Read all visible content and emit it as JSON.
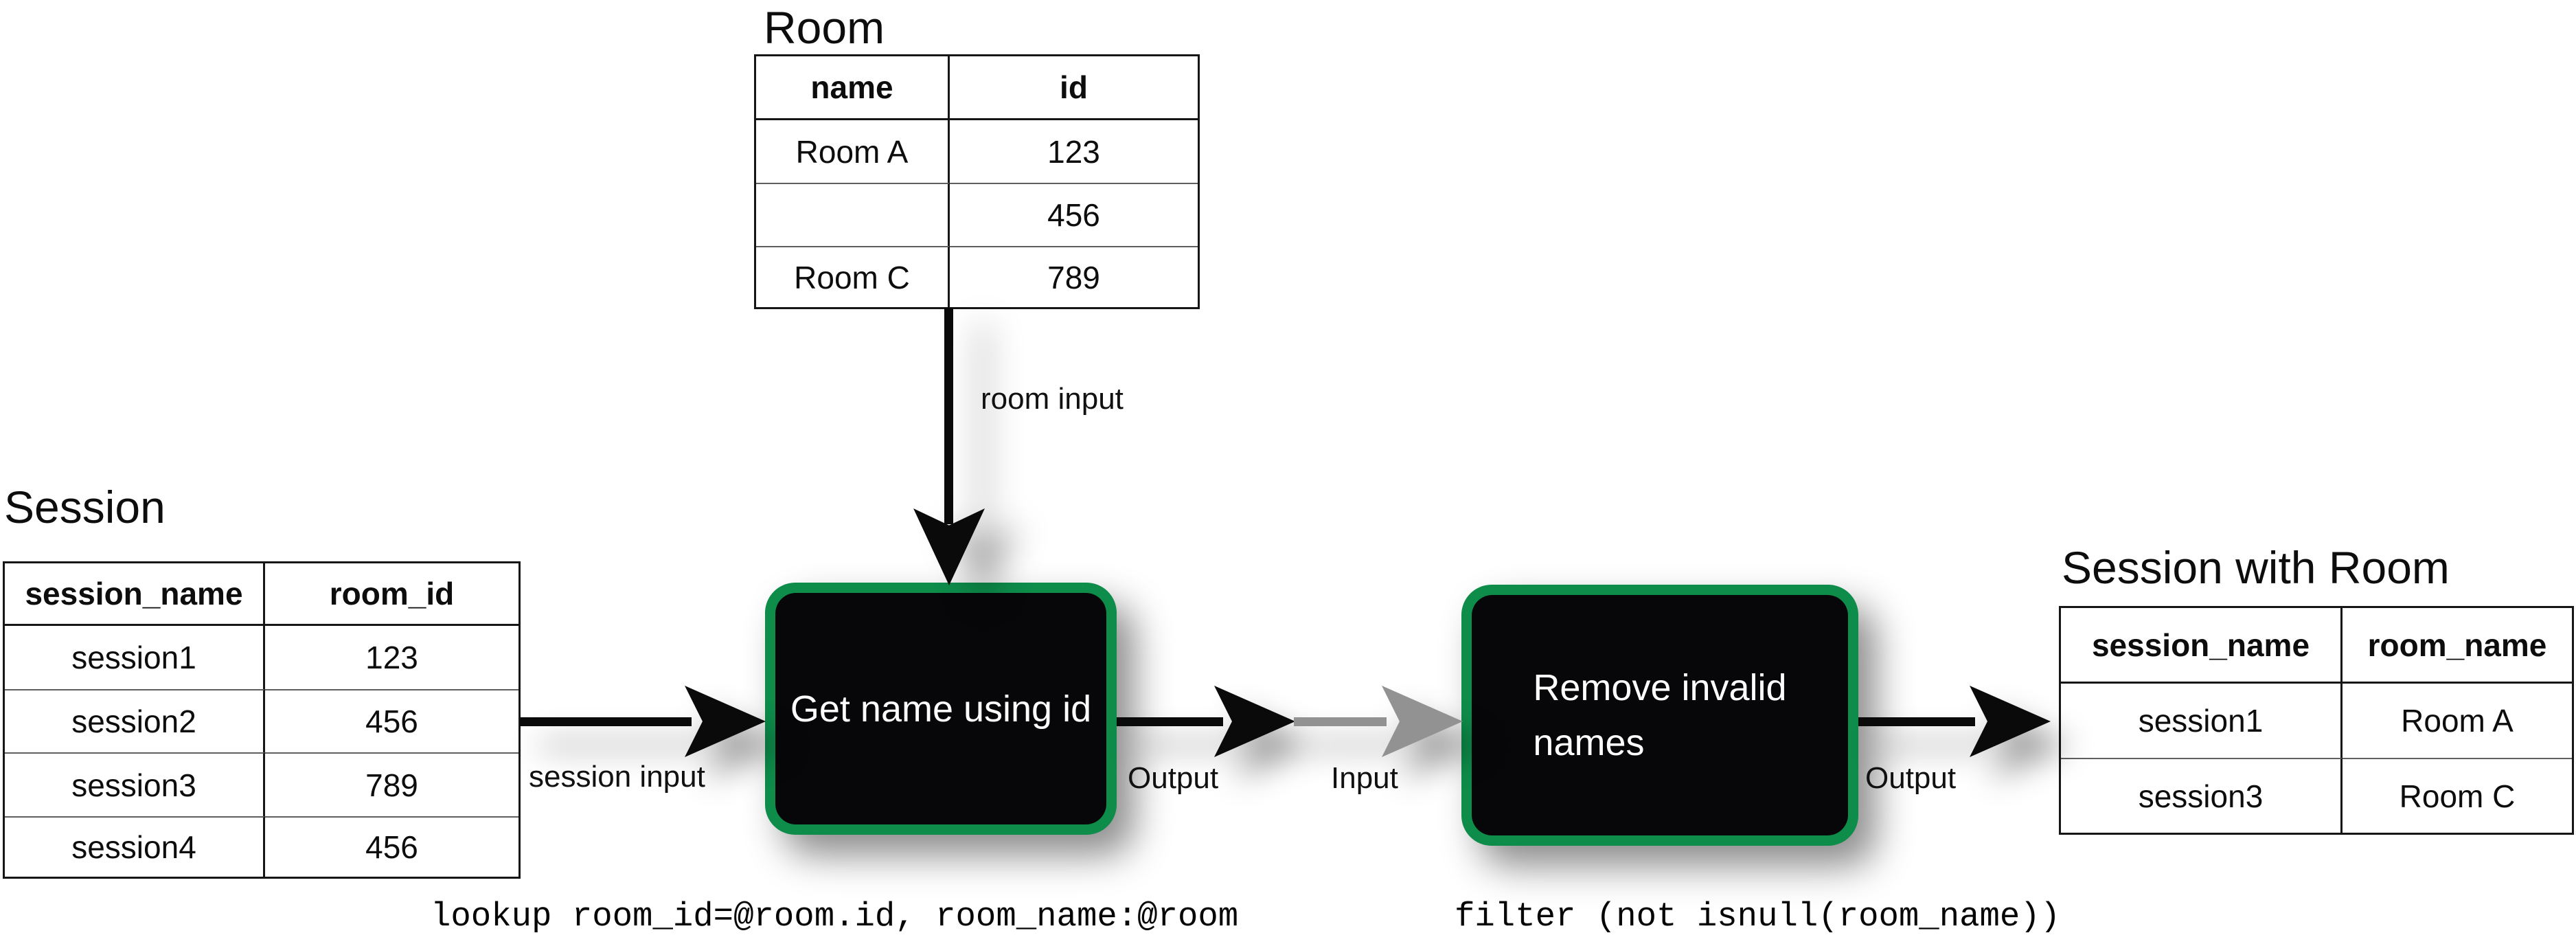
{
  "diagram": {
    "tables": {
      "room": {
        "title": "Room",
        "headers": [
          "name",
          "id"
        ],
        "rows": [
          [
            "Room A",
            "123"
          ],
          [
            "",
            "456"
          ],
          [
            "Room C",
            "789"
          ]
        ]
      },
      "session": {
        "title": "Session",
        "headers": [
          "session_name",
          "room_id"
        ],
        "rows": [
          [
            "session1",
            "123"
          ],
          [
            "session2",
            "456"
          ],
          [
            "session3",
            "789"
          ],
          [
            "session4",
            "456"
          ]
        ]
      },
      "session_with_room": {
        "title": "Session with Room",
        "headers": [
          "session_name",
          "room_name"
        ],
        "rows": [
          [
            "session1",
            "Room A"
          ],
          [
            "session3",
            "Room C"
          ]
        ]
      }
    },
    "nodes": {
      "get_name": {
        "label": "Get name using id",
        "code": "lookup room_id=@room.id, room_name:@room"
      },
      "remove_invalid": {
        "label_line1": "Remove invalid",
        "label_line2": "names",
        "code": "filter (not isnull(room_name))"
      }
    },
    "edge_labels": {
      "room_input": "room input",
      "session_input": "session input",
      "output1": "Output",
      "input2": "Input",
      "output2": "Output"
    },
    "colors": {
      "node_border_green": "#0d8c4a",
      "node_fill_black": "#070709",
      "arrow_black": "#0a0a0a",
      "arrow_gray": "#929292",
      "table_border": "#161616",
      "row_divider": "#5f5f5f",
      "background": "#ffffff"
    }
  }
}
